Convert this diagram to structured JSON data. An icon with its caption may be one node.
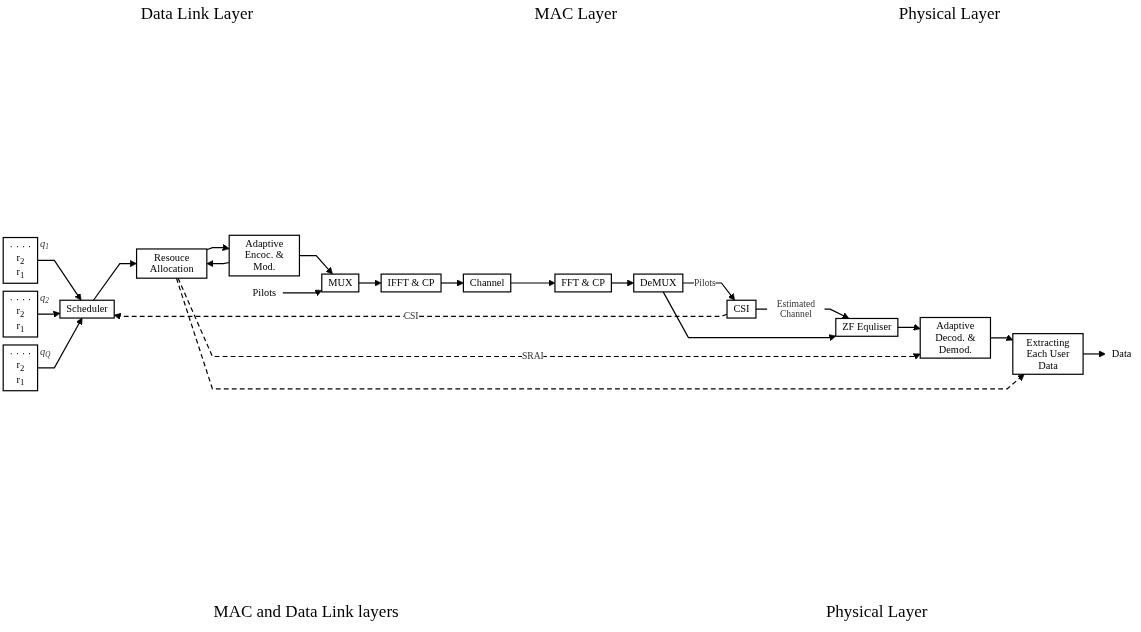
{
  "diagram": {
    "nodes": [
      {
        "text": [
          "· · · ·",
          "r$_{2}$",
          "r$_{1}$"
        ],
        "beside": [
          "q$_{1}$"
        ]
      },
      {
        "text": [
          "· · · ·",
          "r$_{2}$",
          "r$_{1}$"
        ],
        "beside": [
          "q$_{2}$"
        ]
      },
      {
        "text": [
          "· · · ·",
          "r$_{2}$",
          "r$_{1}$"
        ],
        "beside": [
          "q$_{Q}$"
        ]
      },
      {
        "text": [
          "Scheduler"
        ]
      },
      {
        "text": [
          "Resouce Allocation"
        ]
      },
      {
        "text": [
          "Adaptive Encoc. & Mod."
        ]
      },
      {
        "text": [
          "Pilots"
        ]
      },
      {
        "text": [
          "MUX"
        ]
      },
      {
        "text": [
          "IFFT & CP"
        ]
      },
      {
        "text": [
          "Channel"
        ]
      },
      {
        "text": [
          "FFT & CP"
        ]
      },
      {
        "text": [
          "DeMUX"
        ]
      },
      {
        "text": [
          "CSI"
        ]
      },
      {
        "text": [
          "ZF Equliser"
        ]
      },
      {
        "text": [
          "Adaptive Decod. & Demod."
        ]
      },
      {
        "text": [
          "Extracting Each User Data"
        ]
      },
      {
        "text": [
          "Data"
        ]
      }
    ],
    "edges": [
      {
        "from": 0,
        "to": 3,
        "arrow": "to"
      },
      {
        "from": 1,
        "to": 3,
        "arrow": "to"
      },
      {
        "from": 2,
        "to": 3,
        "arrow": "to"
      },
      {
        "from": 3,
        "to": 4,
        "arrow": "to"
      },
      {
        "from": 4,
        "to": 5,
        "arrow": "to"
      },
      {
        "from": 5,
        "to": 4,
        "arrow": "to"
      },
      {
        "from": 5,
        "to": 7,
        "arrow": "to"
      },
      {
        "from": 6,
        "to": 7,
        "arrow": "to"
      },
      {
        "from": 7,
        "to": 8,
        "arrow": "to"
      },
      {
        "from": 8,
        "to": 9,
        "arrow": "to"
      },
      {
        "from": 9,
        "to": 10,
        "arrow": "to"
      },
      {
        "from": 10,
        "to": 11,
        "arrow": "to"
      },
      {
        "from": 11,
        "to": 12,
        "arrow": "to",
        "label": "Pilots"
      },
      {
        "from": 12,
        "to": 13,
        "arrow": "to",
        "label": "Estimated Channel"
      },
      {
        "from": 11,
        "to": 13,
        "arrow": "to"
      },
      {
        "from": 13,
        "to": 14,
        "arrow": "to"
      },
      {
        "from": 14,
        "to": 15,
        "arrow": "to"
      },
      {
        "from": 15,
        "to": 16,
        "arrow": "to"
      },
      {
        "from": 12,
        "to": 3,
        "arrow": "to",
        "style": "dashed",
        "label": "CSI"
      },
      {
        "from": 4,
        "to": 14,
        "arrow": "to",
        "style": "dashed",
        "label": "SRAI"
      },
      {
        "from": 4,
        "to": 15,
        "arrow": "to",
        "style": "dashed"
      }
    ],
    "labels": [
      "Data Link Layer",
      "MAC Layer",
      "Physical Layer",
      "MAC and Data Link layers",
      "Physical Layer"
    ]
  }
}
